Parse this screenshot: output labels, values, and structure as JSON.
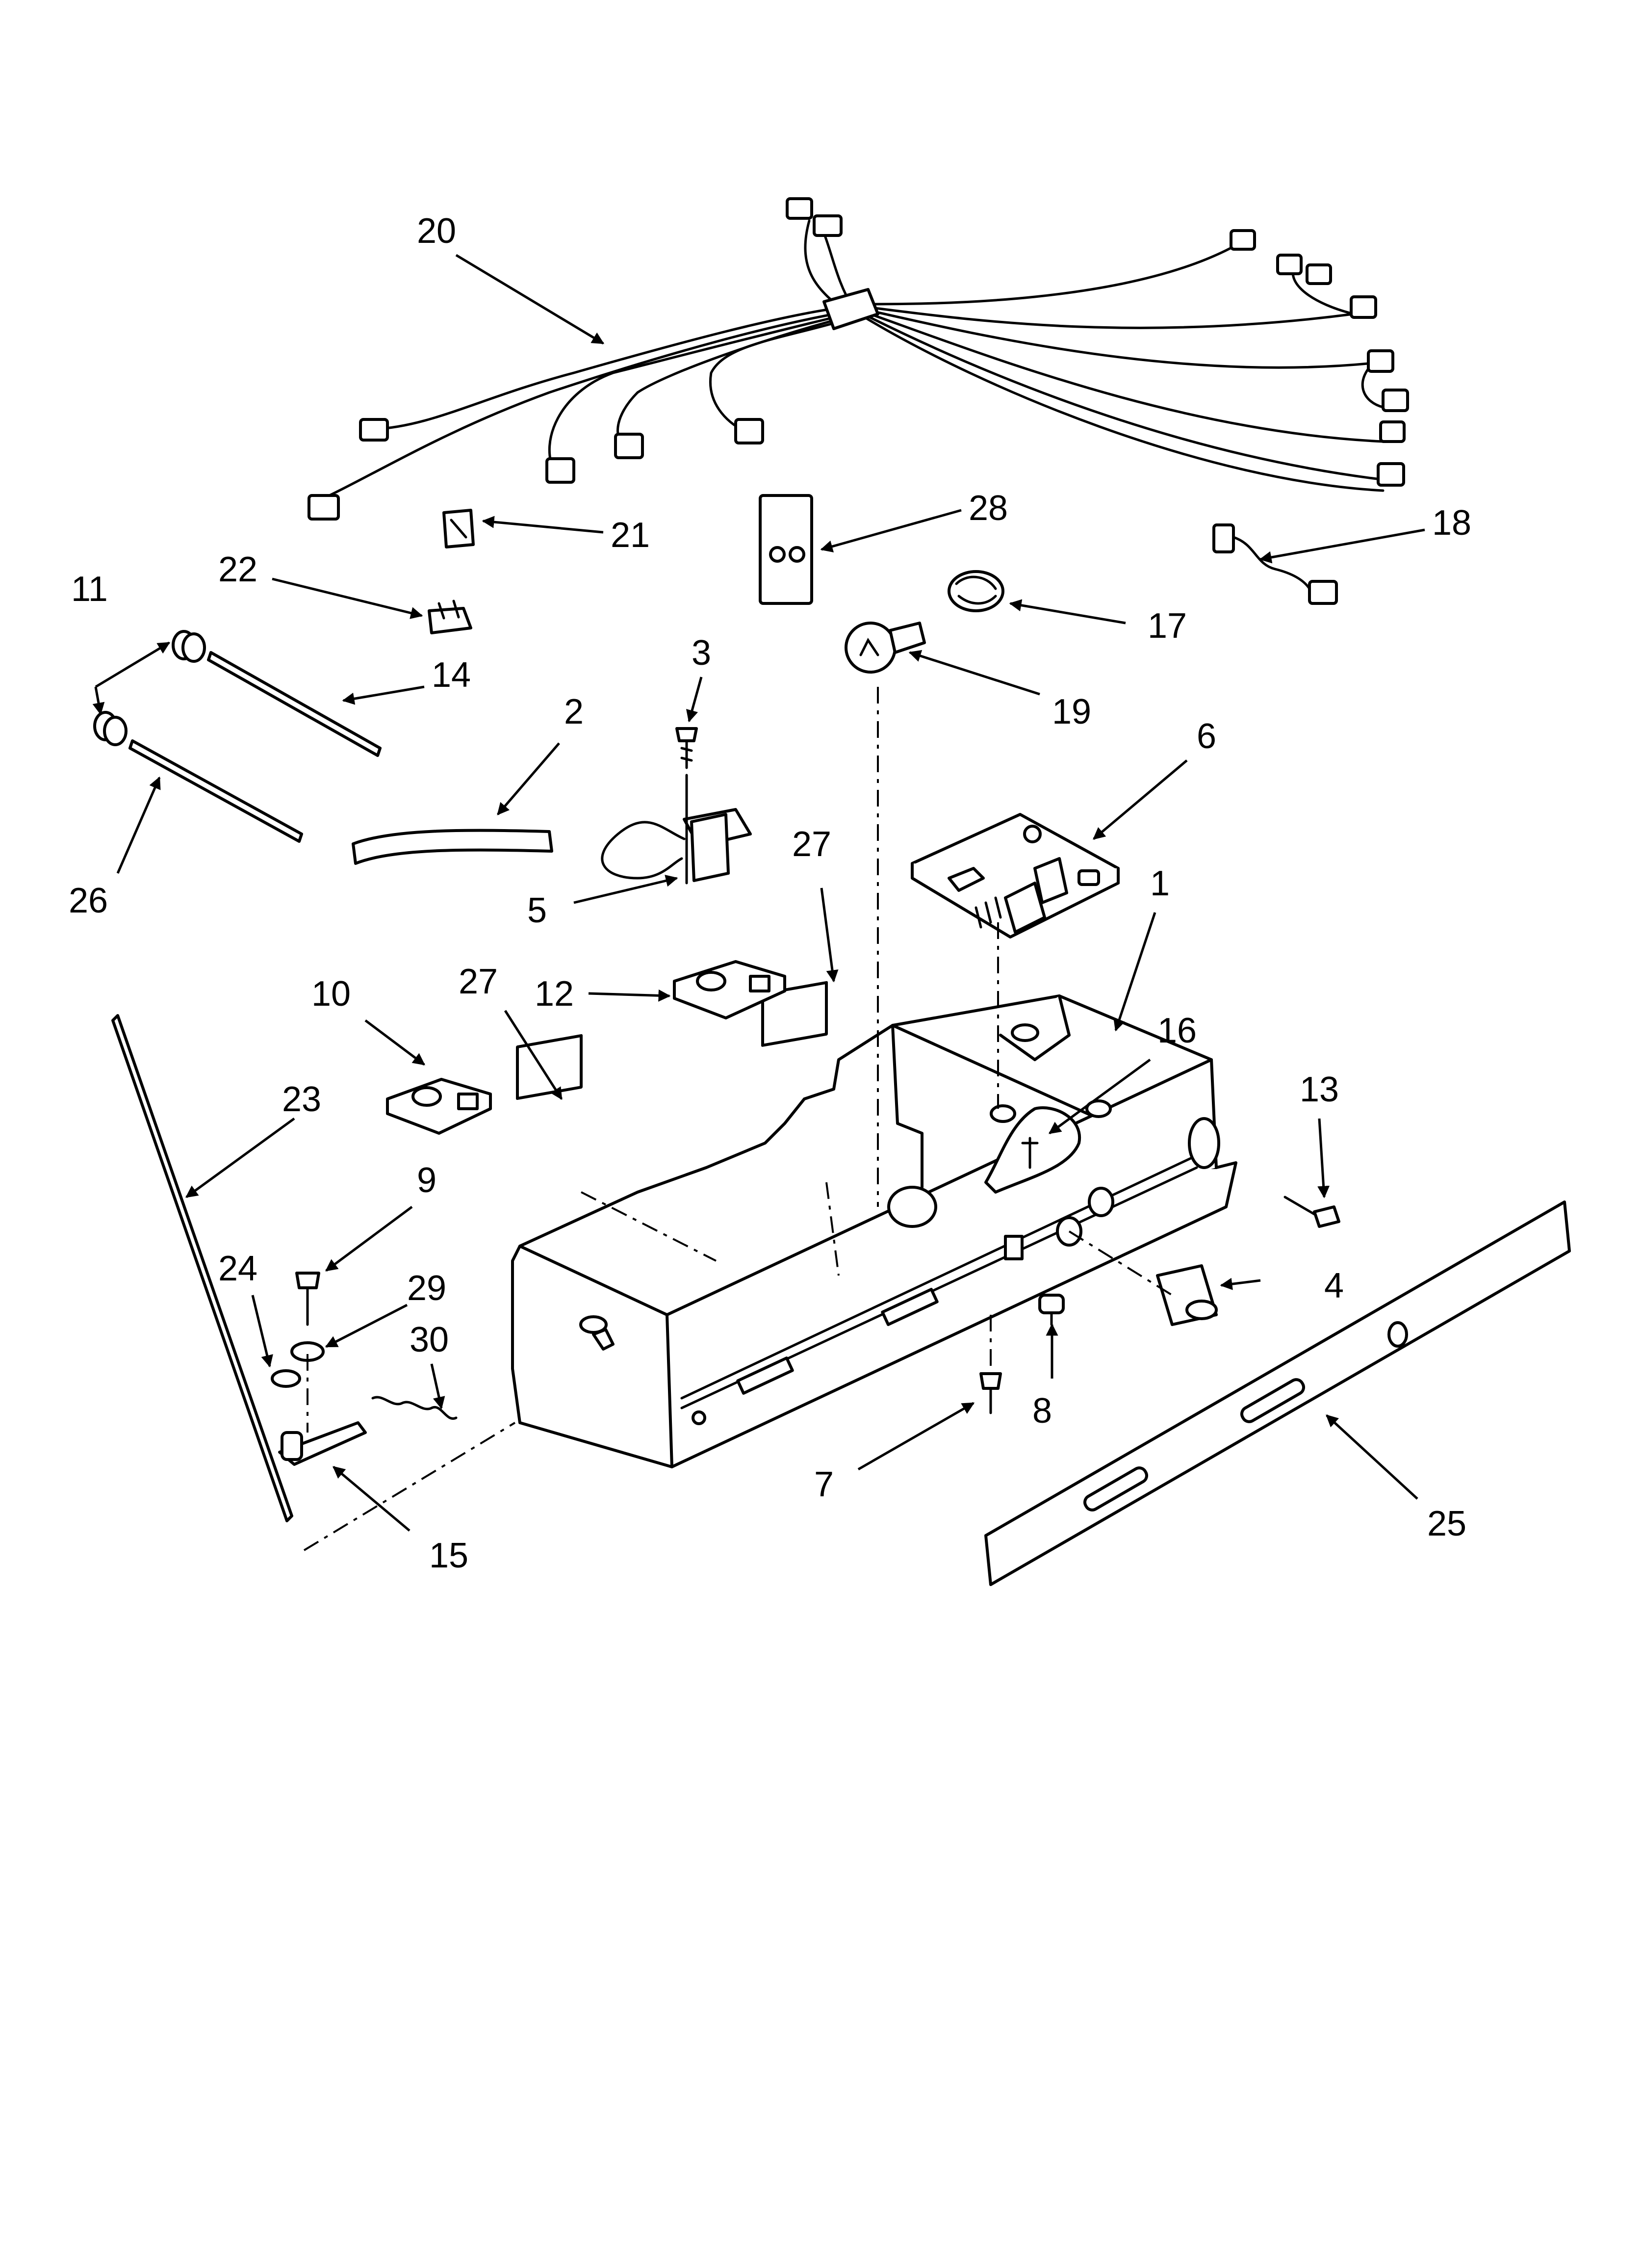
{
  "diagram": {
    "callouts": [
      {
        "key": "c20",
        "text": "20"
      },
      {
        "key": "c21",
        "text": "21"
      },
      {
        "key": "c28",
        "text": "28"
      },
      {
        "key": "c18",
        "text": "18"
      },
      {
        "key": "c11",
        "text": "11"
      },
      {
        "key": "c22",
        "text": "22"
      },
      {
        "key": "c3",
        "text": "3"
      },
      {
        "key": "c17",
        "text": "17"
      },
      {
        "key": "c14",
        "text": "14"
      },
      {
        "key": "c19",
        "text": "19"
      },
      {
        "key": "c2",
        "text": "2"
      },
      {
        "key": "c6",
        "text": "6"
      },
      {
        "key": "c26",
        "text": "26"
      },
      {
        "key": "c5",
        "text": "5"
      },
      {
        "key": "c27a",
        "text": "27"
      },
      {
        "key": "c1",
        "text": "1"
      },
      {
        "key": "c10",
        "text": "10"
      },
      {
        "key": "c27b",
        "text": "27"
      },
      {
        "key": "c12",
        "text": "12"
      },
      {
        "key": "c16",
        "text": "16"
      },
      {
        "key": "c13",
        "text": "13"
      },
      {
        "key": "c23",
        "text": "23"
      },
      {
        "key": "c9",
        "text": "9"
      },
      {
        "key": "c24",
        "text": "24"
      },
      {
        "key": "c29",
        "text": "29"
      },
      {
        "key": "c4",
        "text": "4"
      },
      {
        "key": "c30",
        "text": "30"
      },
      {
        "key": "c8",
        "text": "8"
      },
      {
        "key": "c7",
        "text": "7"
      },
      {
        "key": "c25",
        "text": "25"
      },
      {
        "key": "c15",
        "text": "15"
      }
    ]
  }
}
